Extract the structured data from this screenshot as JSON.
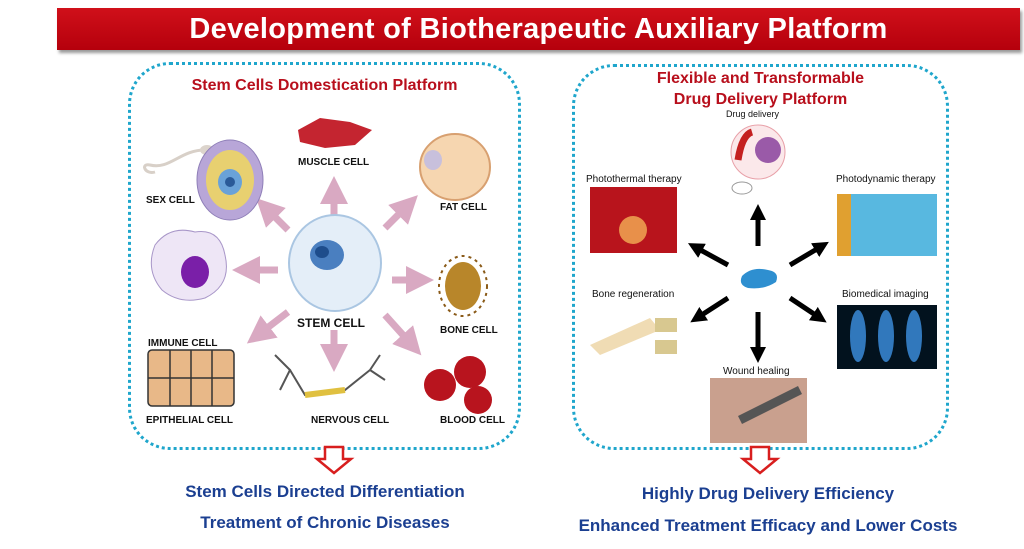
{
  "title": "Development of Biotherapeutic Auxiliary Platform",
  "left_panel": {
    "title": "Stem Cells Domestication Platform",
    "center": "STEM CELL",
    "cells": [
      "SEX CELL",
      "MUSCLE CELL",
      "FAT CELL",
      "IMMUNE CELL",
      "BONE CELL",
      "EPITHELIAL CELL",
      "NERVOUS CELL",
      "BLOOD CELL"
    ],
    "outcomes": [
      "Stem Cells Directed Differentiation",
      "Treatment of Chronic Diseases"
    ]
  },
  "right_panel": {
    "title_line1": "Flexible and Transformable",
    "title_line2": "Drug Delivery Platform",
    "applications": [
      "Drug delivery",
      "Photothermal therapy",
      "Photodynamic therapy",
      "Bone regeneration",
      "Biomedical imaging",
      "Wound healing"
    ],
    "outcomes": [
      "Highly Drug Delivery Efficiency",
      "Enhanced Treatment Efficacy and Lower Costs"
    ]
  },
  "colors": {
    "title_bg": "#c40812",
    "panel_border": "#1fa6cc",
    "heading": "#b80f1c",
    "outcome_text": "#1b3f91",
    "pink_arrow": "#d9a9c2"
  }
}
